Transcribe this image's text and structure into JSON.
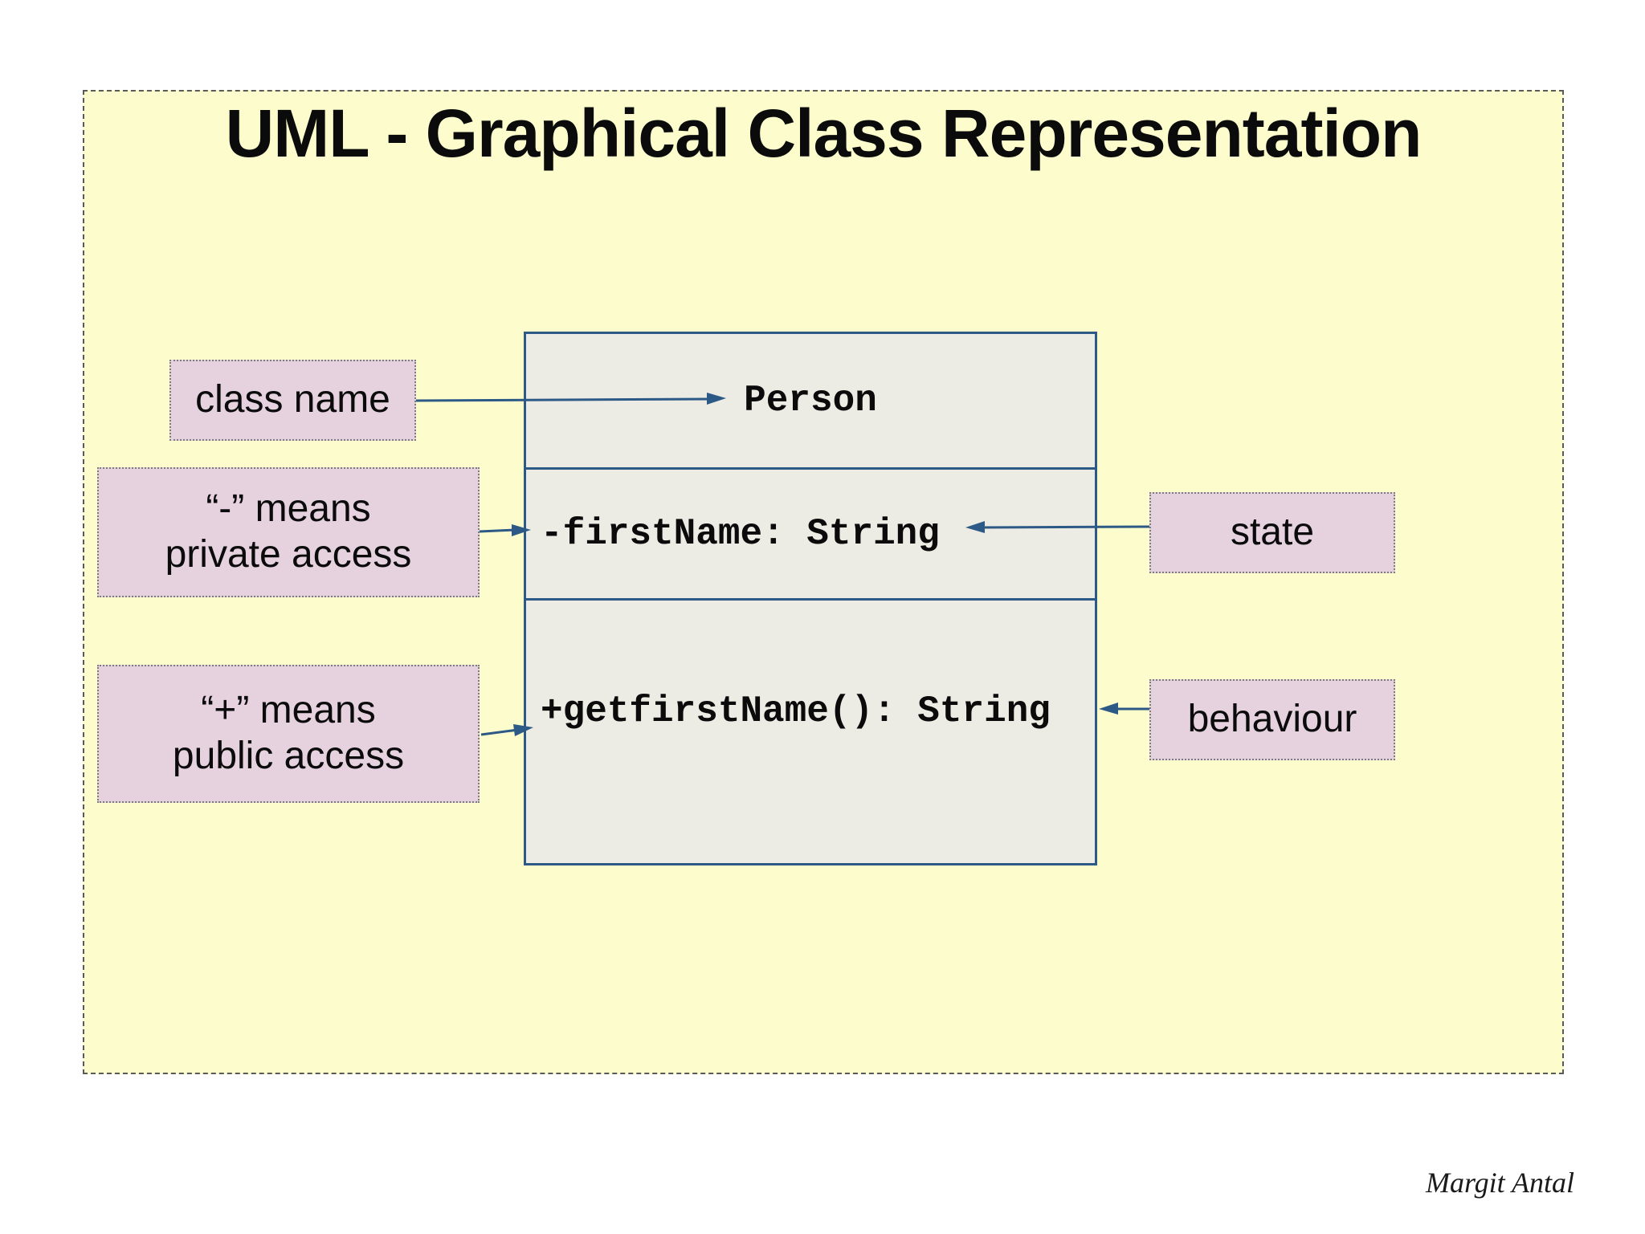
{
  "slide": {
    "title": "UML - Graphical Class Representation"
  },
  "uml_class": {
    "name": "Person",
    "attribute": "-firstName: String",
    "method": "+getfirstName(): String"
  },
  "annotations": {
    "class_name": "class name",
    "private": {
      "line1": "“-” means",
      "line2": "private access"
    },
    "public": {
      "line1": "“+” means",
      "line2": "public access"
    },
    "state": "state",
    "behaviour": "behaviour"
  },
  "signature": "Margit Antal",
  "colors": {
    "slide_background": "#FCFCCD",
    "note_background": "#E6D1DF",
    "class_box_background": "#EDECE4",
    "line_accent": "#2d5986"
  }
}
